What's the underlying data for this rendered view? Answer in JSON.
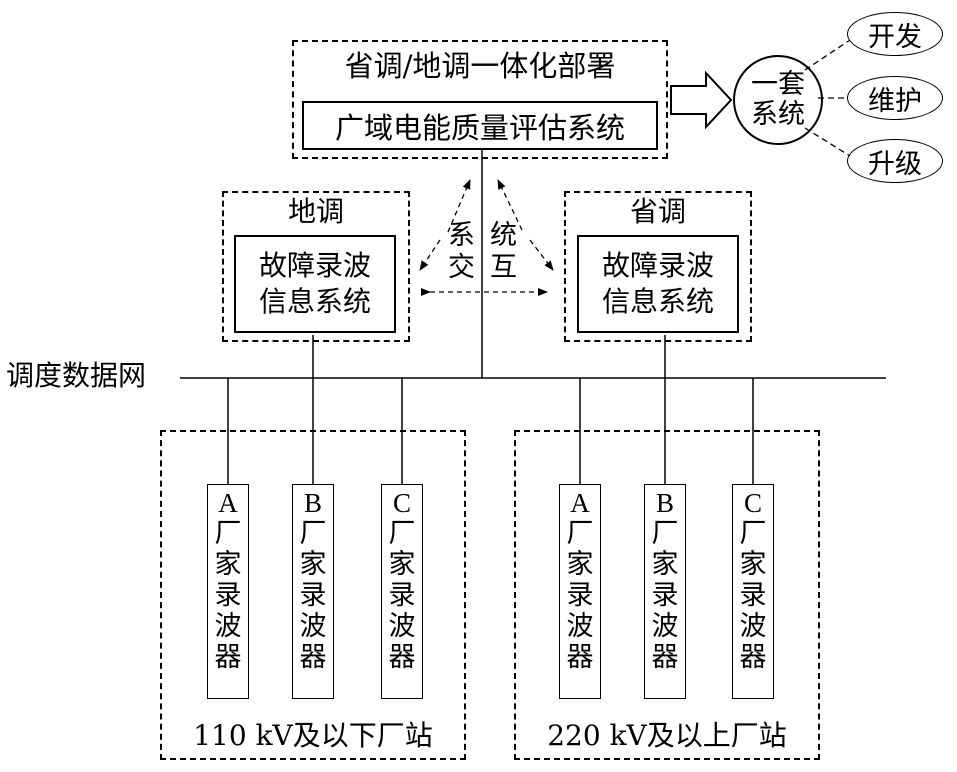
{
  "top": {
    "group_title": "省调/地调一体化部署",
    "system_name": "广域电能质量评估系统"
  },
  "one_system": {
    "label_line1": "一套",
    "label_line2": "系统",
    "items": [
      "开发",
      "维护",
      "升级"
    ]
  },
  "local_dispatch": {
    "title": "地调",
    "system_line1": "故障录波",
    "system_line2": "信息系统"
  },
  "provincial_dispatch": {
    "title": "省调",
    "system_line1": "故障录波",
    "system_line2": "信息系统"
  },
  "interaction": {
    "chars": [
      "系",
      "统",
      "交",
      "互"
    ]
  },
  "network_label": "调度数据网",
  "stations": [
    {
      "caption": "110 kV及以下厂站",
      "recorders": [
        {
          "letter": "A",
          "chars": [
            "厂",
            "家",
            "录",
            "波",
            "器"
          ]
        },
        {
          "letter": "B",
          "chars": [
            "厂",
            "家",
            "录",
            "波",
            "器"
          ]
        },
        {
          "letter": "C",
          "chars": [
            "厂",
            "家",
            "录",
            "波",
            "器"
          ]
        }
      ]
    },
    {
      "caption": "220 kV及以上厂站",
      "recorders": [
        {
          "letter": "A",
          "chars": [
            "厂",
            "家",
            "录",
            "波",
            "器"
          ]
        },
        {
          "letter": "B",
          "chars": [
            "厂",
            "家",
            "录",
            "波",
            "器"
          ]
        },
        {
          "letter": "C",
          "chars": [
            "厂",
            "家",
            "录",
            "波",
            "器"
          ]
        }
      ]
    }
  ]
}
